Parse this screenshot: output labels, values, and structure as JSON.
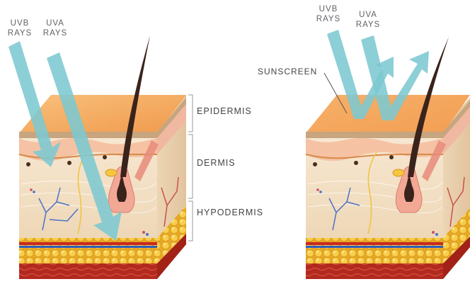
{
  "left_panel": {
    "uvb_label": [
      "UVB",
      "RAYS"
    ],
    "uva_label": [
      "UVA",
      "RAYS"
    ]
  },
  "right_panel": {
    "uvb_label": [
      "UVB",
      "RAYS"
    ],
    "uva_label": [
      "UVA",
      "RAYS"
    ],
    "sunscreen_label": "SUNSCREEN"
  },
  "layers": {
    "epidermis": "EPIDERMIS",
    "dermis": "DERMIS",
    "hypodermis": "HYPODERMIS"
  },
  "colors": {
    "ray": "#7cc8d2",
    "sunscreen": "#f4a35a",
    "epidermis_top": "#f7b46c",
    "dermis": "#f3e4cd",
    "fat": "#f6c542",
    "muscle": "#b52a20",
    "hair": "#3a231b"
  }
}
